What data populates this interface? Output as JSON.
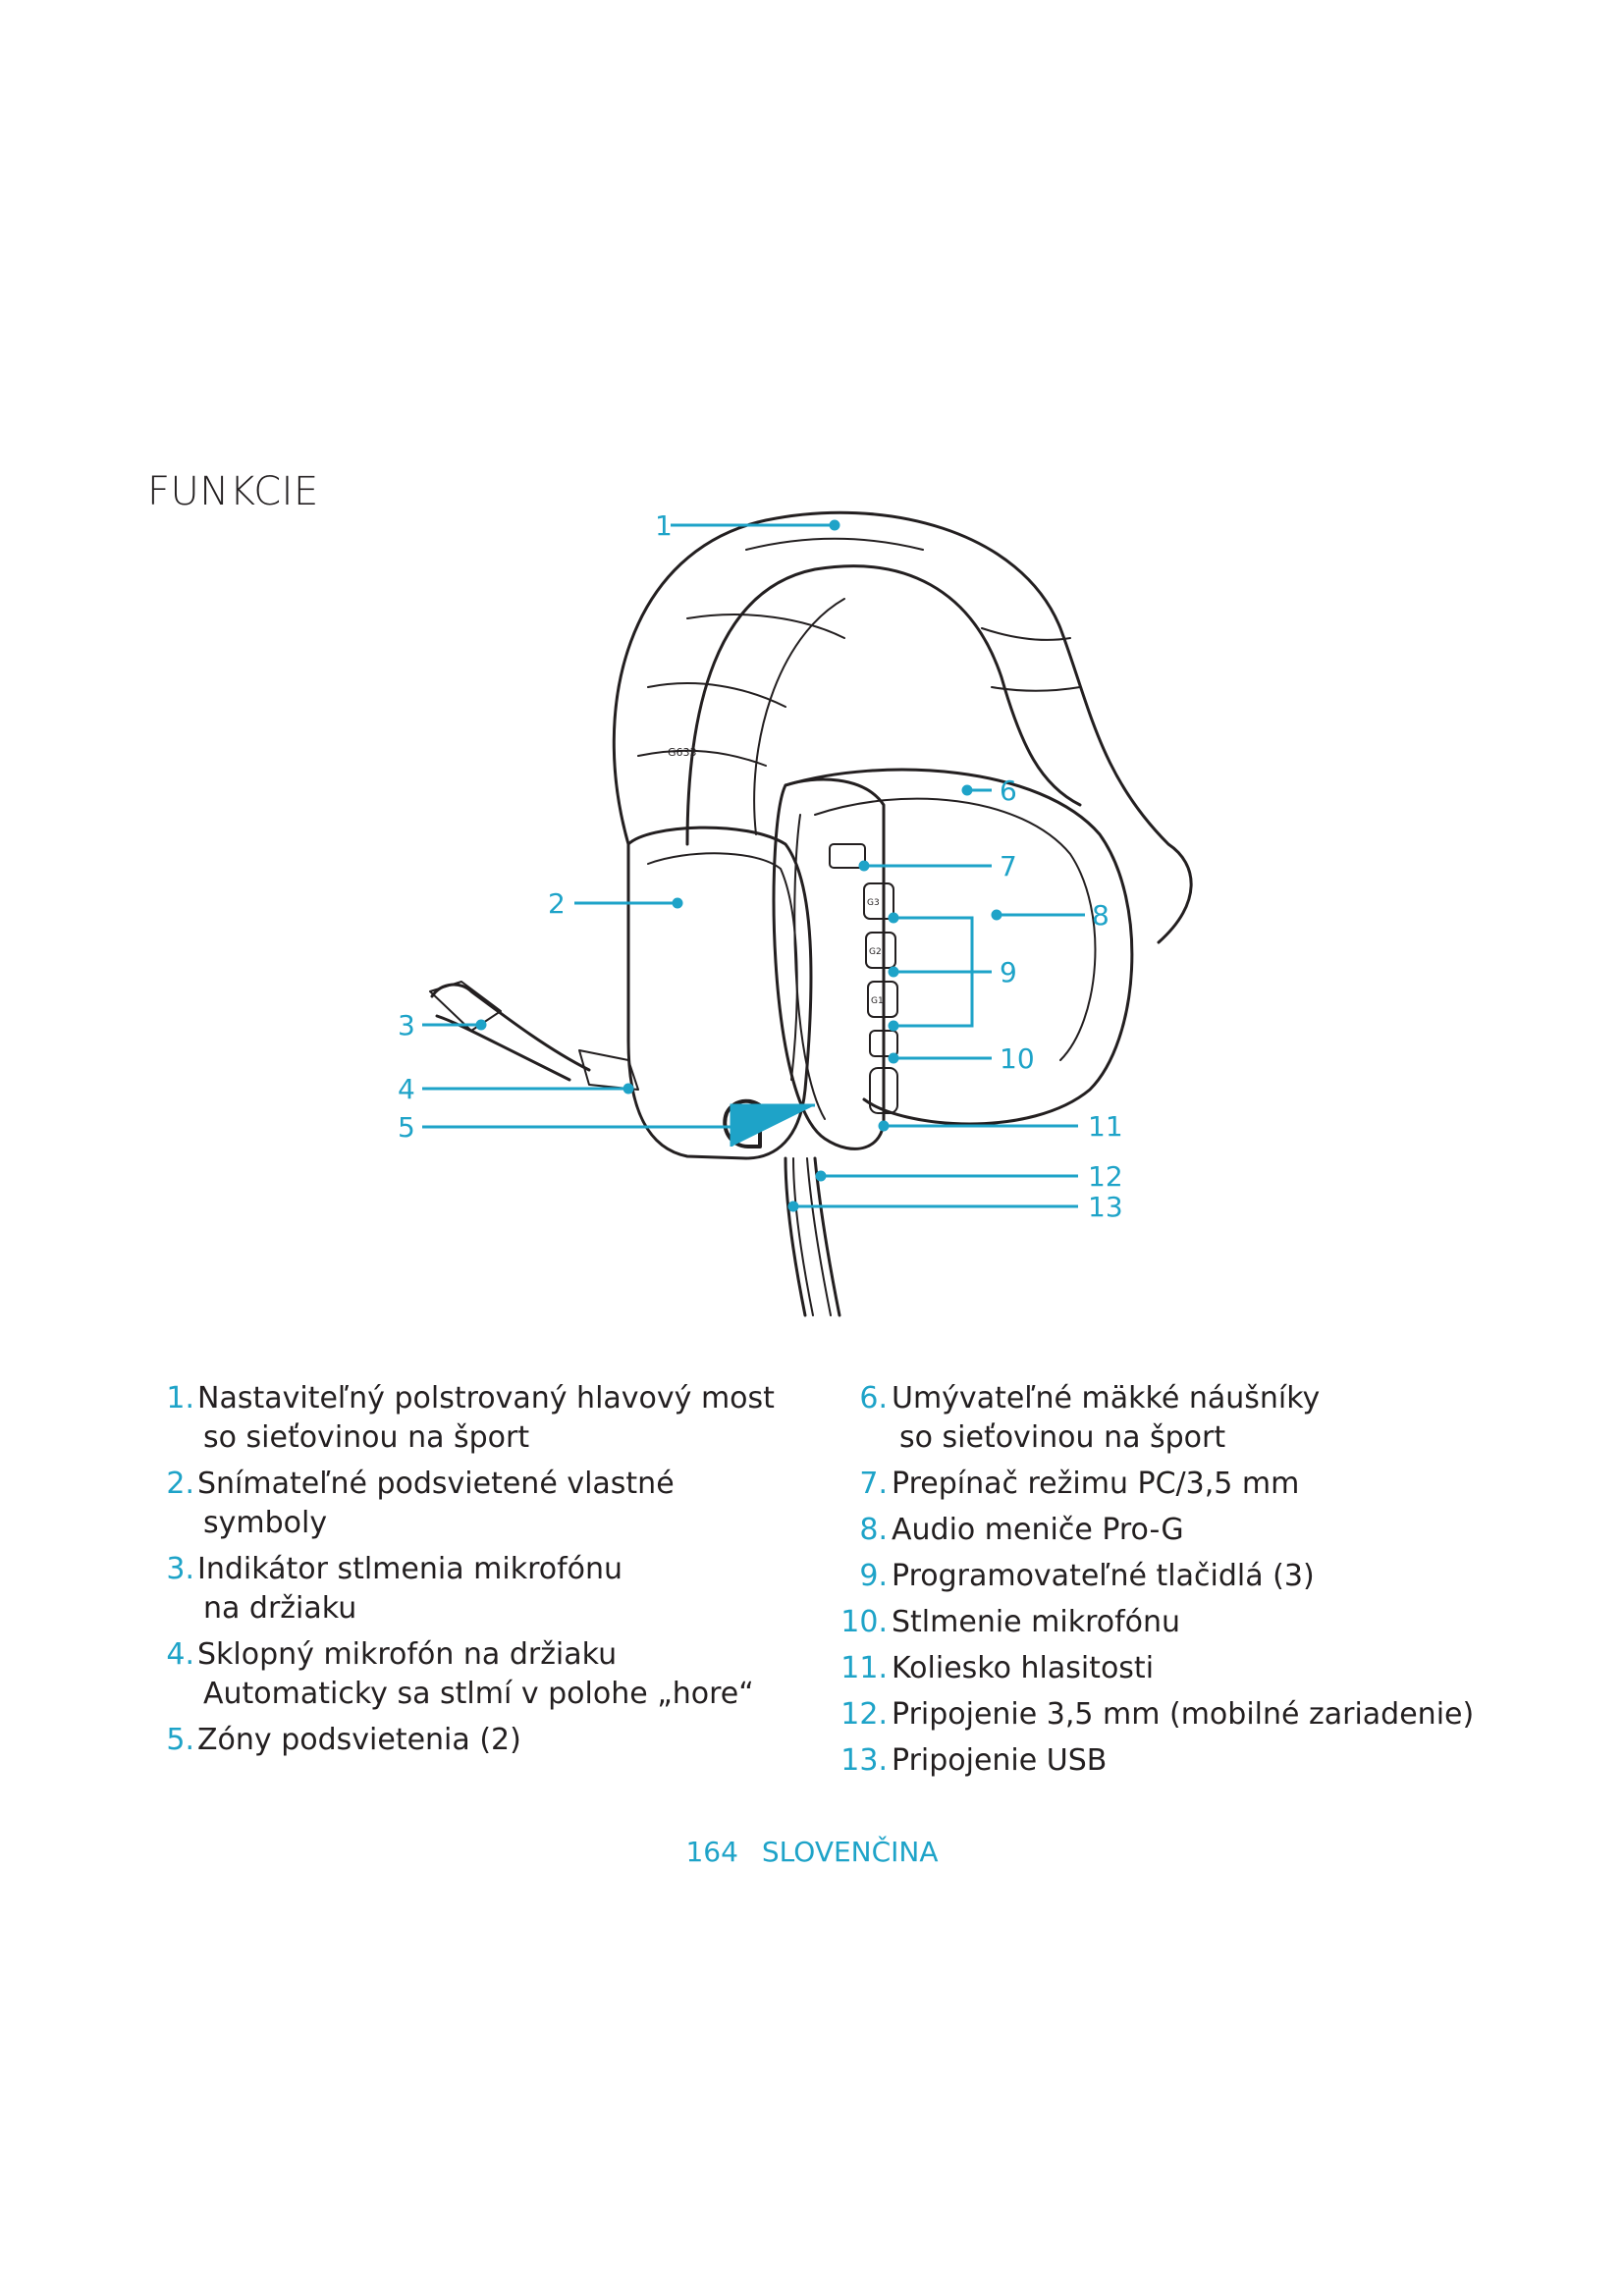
{
  "page": {
    "title": "FUNKCIE"
  },
  "figure": {
    "callouts": [
      "1",
      "2",
      "3",
      "4",
      "5",
      "6",
      "7",
      "8",
      "9",
      "10",
      "11",
      "12",
      "13"
    ],
    "model_label": "G633",
    "button_labels": [
      "G3",
      "G2",
      "G1"
    ],
    "accent_color": "#1ea3c8"
  },
  "features": {
    "left": [
      {
        "num": "1.",
        "text": "Nastaviteľný polstrovaný hlavový most",
        "sub": "so sieťovinou na šport"
      },
      {
        "num": "2.",
        "text": "Snímateľné podsvietené vlastné",
        "sub": "symboly"
      },
      {
        "num": "3.",
        "text": "Indikátor stlmenia mikrofónu",
        "sub": "na držiaku"
      },
      {
        "num": "4.",
        "text": "Sklopný mikrofón na držiaku",
        "sub": "Automaticky sa stlmí v polohe „hore“"
      },
      {
        "num": "5.",
        "text": "Zóny podsvietenia (2)",
        "sub": ""
      }
    ],
    "right": [
      {
        "num": "6.",
        "text": "Umývateľné mäkké náušníky",
        "sub": "so sieťovinou na šport"
      },
      {
        "num": "7.",
        "text": "Prepínač režimu PC/3,5 mm",
        "sub": ""
      },
      {
        "num": "8.",
        "text": "Audio meniče Pro-G",
        "sub": ""
      },
      {
        "num": "9.",
        "text": "Programovateľné tlačidlá (3)",
        "sub": ""
      },
      {
        "num": "10.",
        "text": "Stlmenie mikrofónu",
        "sub": ""
      },
      {
        "num": "11.",
        "text": "Koliesko hlasitosti",
        "sub": ""
      },
      {
        "num": "12.",
        "text": "Pripojenie 3,5 mm (mobilné zariadenie)",
        "sub": ""
      },
      {
        "num": "13.",
        "text": "Pripojenie USB",
        "sub": ""
      }
    ]
  },
  "footer": {
    "page_number": "164",
    "language": "SLOVENČINA"
  }
}
